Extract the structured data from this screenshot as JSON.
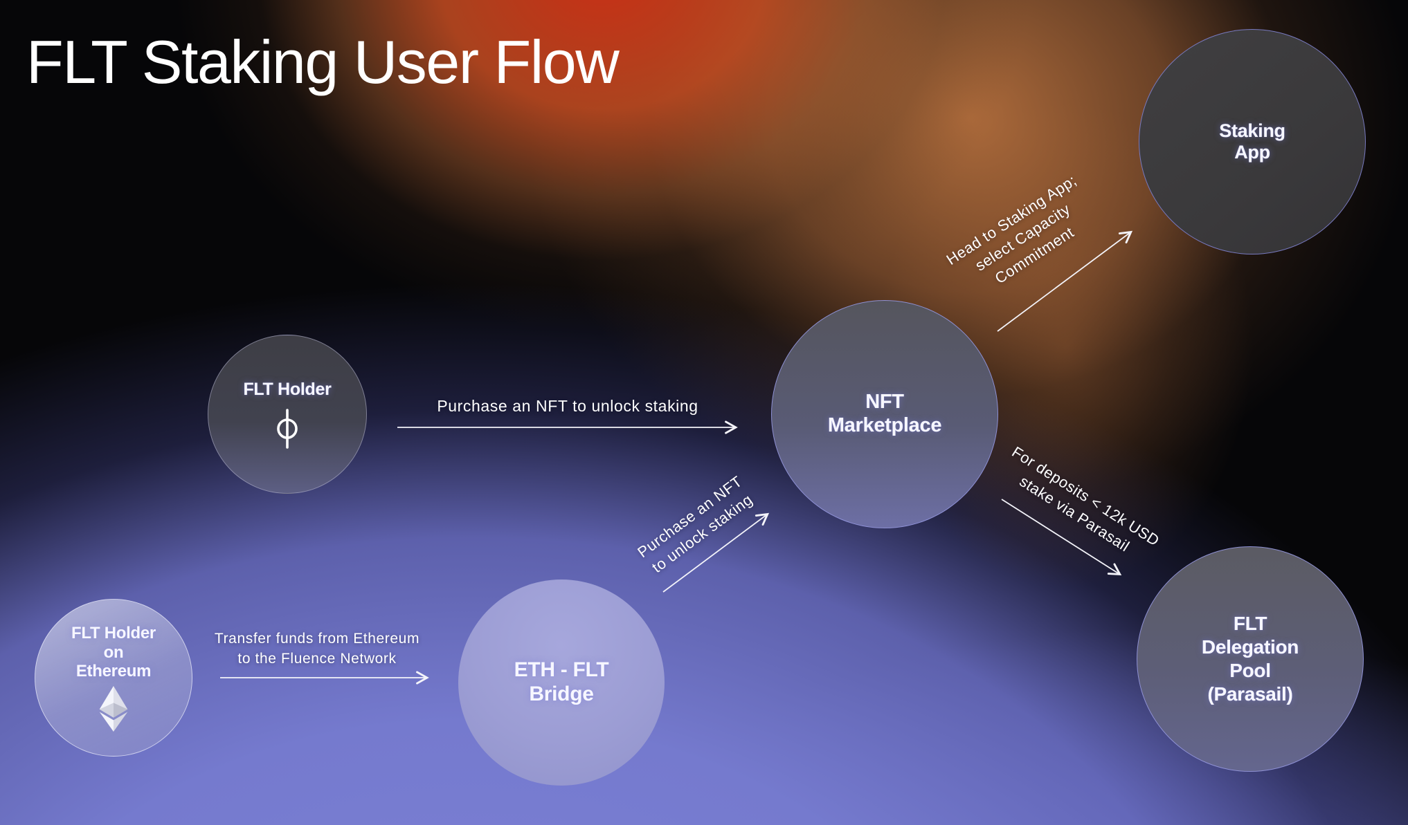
{
  "title": "FLT Staking User Flow",
  "nodes": {
    "flt_holder": {
      "label": "FLT Holder",
      "icon": "fluence-token-icon"
    },
    "staking_app": {
      "lines": [
        "Staking",
        "App"
      ]
    },
    "nft_marketplace": {
      "lines": [
        "NFT",
        "Marketplace"
      ]
    },
    "flt_holder_ethereum": {
      "lines": [
        "FLT Holder",
        "on",
        "Ethereum"
      ],
      "icon": "ethereum-icon"
    },
    "eth_flt_bridge": {
      "lines": [
        "ETH - FLT",
        "Bridge"
      ]
    },
    "flt_delegation_pool": {
      "lines": [
        "FLT",
        "Delegation",
        "Pool",
        "(Parasail)"
      ]
    }
  },
  "edges": {
    "holder_to_marketplace": {
      "label": "Purchase an NFT to unlock staking"
    },
    "eth_holder_to_bridge": {
      "lines": [
        "Transfer funds from Ethereum",
        "to the Fluence Network"
      ]
    },
    "bridge_to_marketplace": {
      "lines": [
        "Purchase an NFT",
        "to unlock staking"
      ]
    },
    "marketplace_to_staking_app": {
      "lines": [
        "Head to Staking App;",
        "select Capacity",
        "Commitment"
      ]
    },
    "marketplace_to_delegation_pool": {
      "lines": [
        "For deposits < 12k USD",
        "stake via Parasail"
      ]
    }
  },
  "colors": {
    "background_purple": "#757ace",
    "glow_red": "#ce3116",
    "glow_orange": "#ca7c44",
    "node_border_purple": "#9396de",
    "node_dark_fill": "#3a393b",
    "bridge_fill": "#9c9dd4",
    "arrow": "#f4f4fa",
    "text": "#ffffff"
  }
}
